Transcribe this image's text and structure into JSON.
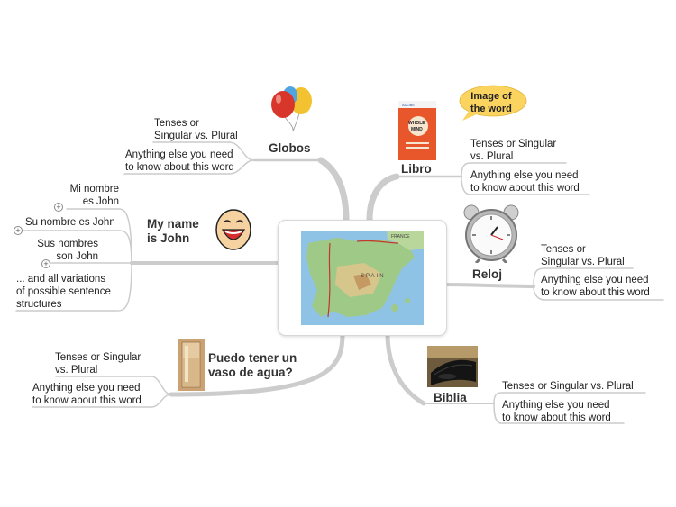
{
  "center": {
    "map_label": "SPAIN",
    "map_label_2": "FRANCE",
    "icon": "map-of-spain"
  },
  "globos": {
    "title": "Globos",
    "icon": "balloons-icon",
    "items": [
      "Tenses or\nSingular vs. Plural",
      "Anything else you need\nto know about this word"
    ]
  },
  "libro": {
    "title": "Libro",
    "icon": "book-cover-icon",
    "callout": "Image of\nthe word",
    "items": [
      "Tenses or Singular\nvs. Plural",
      "Anything else you need\nto know about this word"
    ]
  },
  "my_name": {
    "title": "My name\nis John",
    "icon": "laughing-face-icon",
    "items": [
      "Mi nombre\nes John",
      "Su nombre es John",
      "Sus nombres\nson John",
      "... and all variations\nof possible sentence\nstructures"
    ]
  },
  "reloj": {
    "title": "Reloj",
    "icon": "alarm-clock-icon",
    "items": [
      "Tenses or\nSingular vs. Plural",
      "Anything else you need\nto know about this word"
    ]
  },
  "vaso": {
    "title": "Puedo tener un\nvaso de agua?",
    "icon": "glass-of-water-icon",
    "items": [
      "Tenses or Singular\nvs. Plural",
      "Anything else you need\nto know about this word"
    ]
  },
  "biblia": {
    "title": "Biblia",
    "icon": "bible-photo-icon",
    "items": [
      "Tenses or Singular vs. Plural",
      "Anything else you need\nto know about this word"
    ]
  },
  "colors": {
    "link": "#c8c8c8",
    "callout": "#fbd35f",
    "accent_border": "#d8d8d8"
  }
}
